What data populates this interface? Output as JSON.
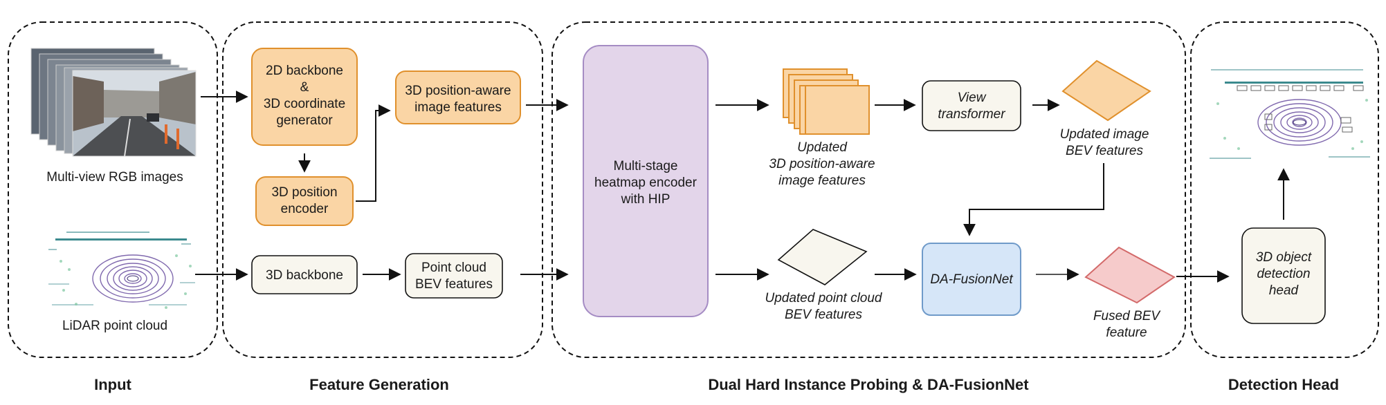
{
  "sections": {
    "input": "Input",
    "feature_generation": "Feature Generation",
    "dual": "Dual Hard Instance Probing & DA-FusionNet",
    "detection": "Detection Head"
  },
  "input": {
    "rgb_label": "Multi-view RGB images",
    "lidar_label": "LiDAR point cloud"
  },
  "feature_generation": {
    "backbone_2d": [
      "2D backbone",
      "&",
      "3D coordinate",
      "generator"
    ],
    "position_encoder": [
      "3D position",
      "encoder"
    ],
    "position_aware": [
      "3D position-aware",
      "image features"
    ],
    "backbone_3d": "3D backbone",
    "pc_bev": [
      "Point cloud",
      "BEV features"
    ]
  },
  "dual": {
    "heatmap_encoder": [
      "Multi-stage",
      "heatmap encoder",
      "with HIP"
    ],
    "updated_image_features": [
      "Updated",
      "3D position-aware",
      "image features"
    ],
    "view_transformer": [
      "View",
      "transformer"
    ],
    "updated_image_bev": [
      "Updated image",
      "BEV features"
    ],
    "updated_pc_bev": [
      "Updated point cloud",
      "BEV features"
    ],
    "fusionnet": "DA-FusionNet",
    "fused_bev": [
      "Fused BEV",
      "feature"
    ]
  },
  "detection": {
    "head": [
      "3D object",
      "detection",
      "head"
    ]
  },
  "colors": {
    "orange_fill": "#fad5a5",
    "orange_stroke": "#e0902c",
    "purple_fill": "#e3d5ea",
    "purple_stroke": "#a58cc4",
    "cream_fill": "#f8f6ee",
    "blue_fill": "#d6e6f8",
    "blue_stroke": "#6f9ac9",
    "pink_fill": "#f6cbcb",
    "pink_stroke": "#d36a6a"
  }
}
